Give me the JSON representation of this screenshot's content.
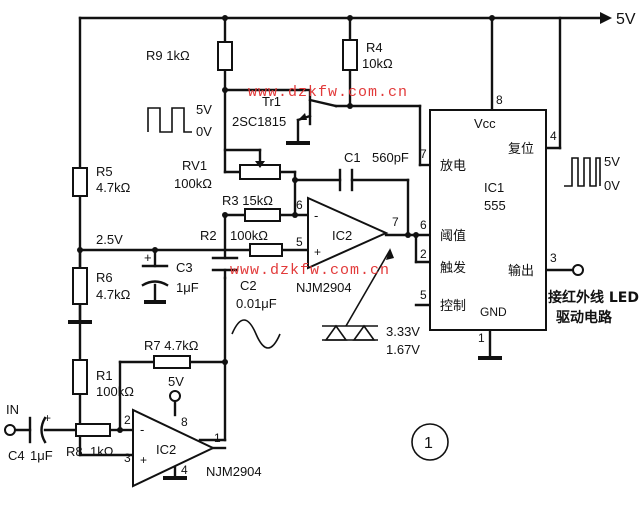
{
  "watermark": "www.dzkfw.com.cn",
  "supply": "5V",
  "components": {
    "r9": "R9  1kΩ",
    "r4": "R4",
    "r4_value": "10kΩ",
    "transistor": "Tr1",
    "transistor_model": "2SC1815",
    "rv1": "RV1",
    "rv1_value": "100kΩ",
    "r3": "R3  15kΩ",
    "r2": "R2",
    "r2_value": "100kΩ",
    "c1": "C1",
    "c1_value": "560pF",
    "r5": "R5",
    "r5_value": "4.7kΩ",
    "r6": "R6",
    "r6_value": "4.7kΩ",
    "c3": "C3",
    "c3_value": "1μF",
    "c2": "C2",
    "c2_value": "0.01μF",
    "r7": "R7  4.7kΩ",
    "r1": "R1",
    "r1_value": "100kΩ",
    "r8": "R8",
    "r8_value": "1kΩ",
    "c4": "C4",
    "c4_value": "1μF",
    "ic2": "IC2",
    "ic2_model": "NJM2904",
    "ic1": "IC1",
    "ic1_model": "555"
  },
  "nodes": {
    "bias": "2.5V",
    "opamp_supply": "5V",
    "input": "IN",
    "thresholds": [
      "3.33V",
      "1.67V"
    ]
  },
  "waveform_levels": {
    "top_high": "5V",
    "top_low": "0V",
    "right_high": "5V",
    "right_low": "0V"
  },
  "pins": {
    "ic1": [
      "8",
      "4",
      "7",
      "6",
      "2",
      "5",
      "1",
      "3"
    ],
    "ic2_top": [
      "6",
      "5",
      "7"
    ],
    "ic2_bottom": [
      "2",
      "3",
      "8",
      "1",
      "4"
    ]
  },
  "ic1_labels": {
    "vcc": "Vcc",
    "reset": "复位",
    "discharge": "放电",
    "threshold": "阈值",
    "trigger": "触发",
    "output": "输出",
    "control": "控制",
    "gnd": "GND"
  },
  "output_note": [
    "接红外线 LED",
    "驱动电路"
  ],
  "figure_number": "1",
  "polarity": {
    "plus": "+",
    "minus": "-"
  }
}
